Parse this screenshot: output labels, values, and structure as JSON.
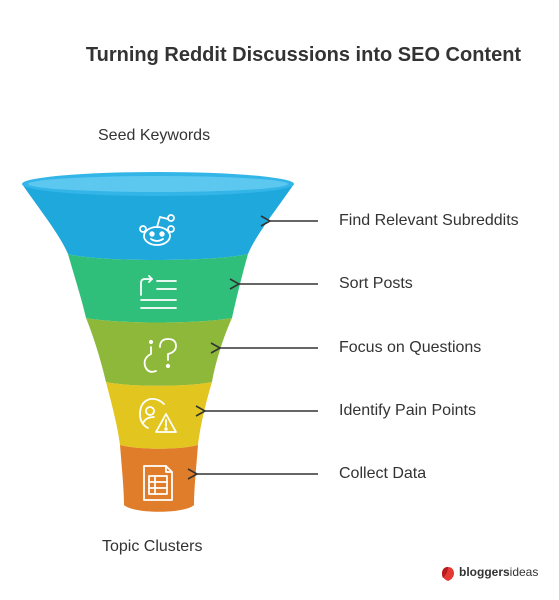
{
  "title": "Turning Reddit Discussions into SEO Content",
  "top_label": "Seed Keywords",
  "bottom_label": "Topic Clusters",
  "stages": [
    {
      "label": "Find Relevant Subreddits",
      "color": "#1fa8dc",
      "icon": "reddit-robot-icon"
    },
    {
      "label": "Sort Posts",
      "color": "#2fbf7a",
      "icon": "sort-list-icon"
    },
    {
      "label": "Focus on Questions",
      "color": "#8db83a",
      "icon": "question-marks-icon"
    },
    {
      "label": "Identify Pain Points",
      "color": "#e2c51e",
      "icon": "person-warning-icon"
    },
    {
      "label": "Collect Data",
      "color": "#e07d2a",
      "icon": "spreadsheet-icon"
    }
  ],
  "brand": {
    "name_bold": "bloggers",
    "name_regular": "ideas",
    "color": "#e53935"
  }
}
